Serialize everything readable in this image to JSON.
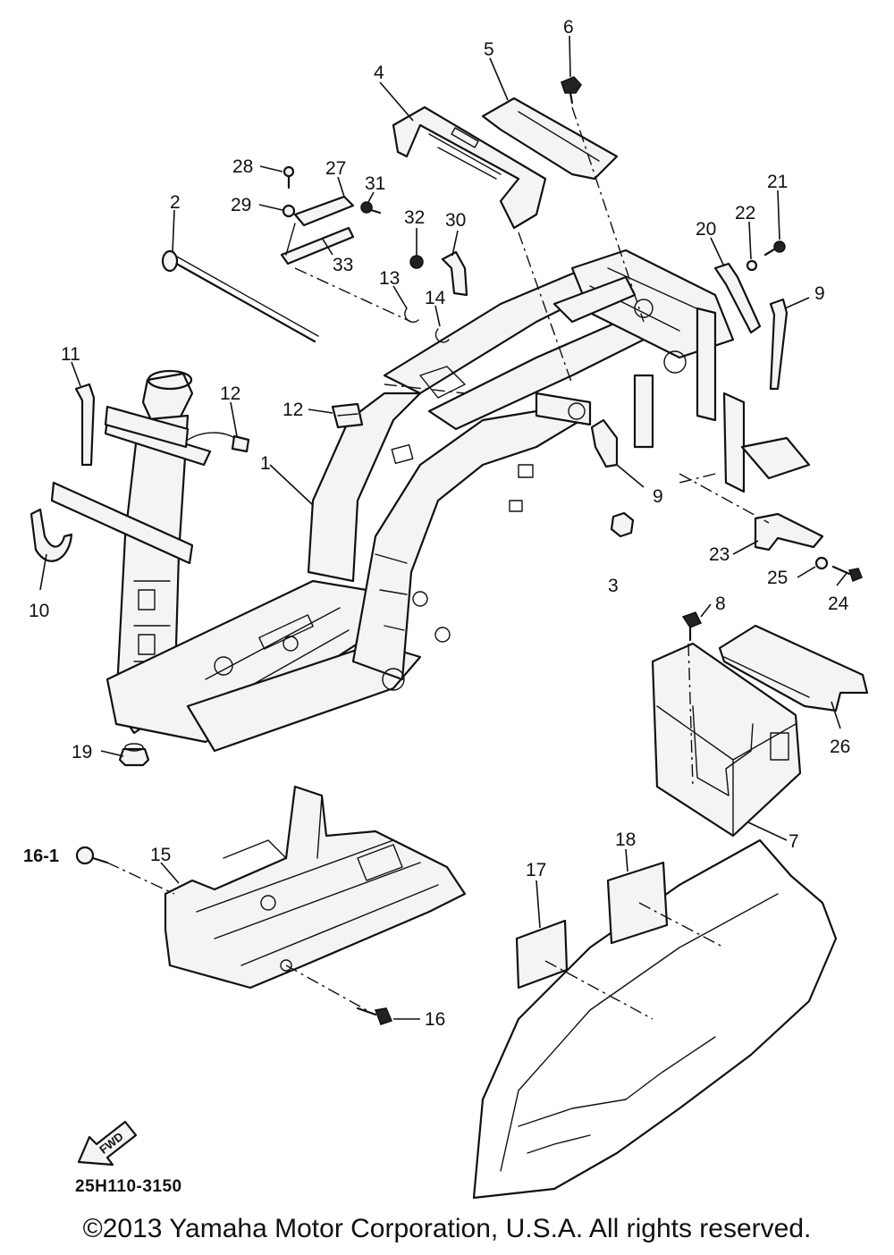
{
  "diagram": {
    "part_code": "25H110-3150",
    "fwd_label": "FWD",
    "copyright": "©2013 Yamaha Motor Corporation, U.S.A. All rights reserved.",
    "callouts": [
      {
        "id": "c1",
        "label": "1"
      },
      {
        "id": "c2",
        "label": "2"
      },
      {
        "id": "c3",
        "label": "3"
      },
      {
        "id": "c4",
        "label": "4"
      },
      {
        "id": "c5",
        "label": "5"
      },
      {
        "id": "c6",
        "label": "6"
      },
      {
        "id": "c7",
        "label": "7"
      },
      {
        "id": "c8",
        "label": "8"
      },
      {
        "id": "c9a",
        "label": "9"
      },
      {
        "id": "c9b",
        "label": "9"
      },
      {
        "id": "c10",
        "label": "10"
      },
      {
        "id": "c11",
        "label": "11"
      },
      {
        "id": "c12a",
        "label": "12"
      },
      {
        "id": "c12b",
        "label": "12"
      },
      {
        "id": "c13",
        "label": "13"
      },
      {
        "id": "c14",
        "label": "14"
      },
      {
        "id": "c15",
        "label": "15"
      },
      {
        "id": "c16",
        "label": "16"
      },
      {
        "id": "c16-1",
        "label": "16-1"
      },
      {
        "id": "c17",
        "label": "17"
      },
      {
        "id": "c18",
        "label": "18"
      },
      {
        "id": "c19",
        "label": "19"
      },
      {
        "id": "c20",
        "label": "20"
      },
      {
        "id": "c21",
        "label": "21"
      },
      {
        "id": "c22",
        "label": "22"
      },
      {
        "id": "c23",
        "label": "23"
      },
      {
        "id": "c24",
        "label": "24"
      },
      {
        "id": "c25",
        "label": "25"
      },
      {
        "id": "c26",
        "label": "26"
      },
      {
        "id": "c27",
        "label": "27"
      },
      {
        "id": "c28",
        "label": "28"
      },
      {
        "id": "c29",
        "label": "29"
      },
      {
        "id": "c30",
        "label": "30"
      },
      {
        "id": "c31",
        "label": "31"
      },
      {
        "id": "c32",
        "label": "32"
      },
      {
        "id": "c33",
        "label": "33"
      }
    ]
  }
}
